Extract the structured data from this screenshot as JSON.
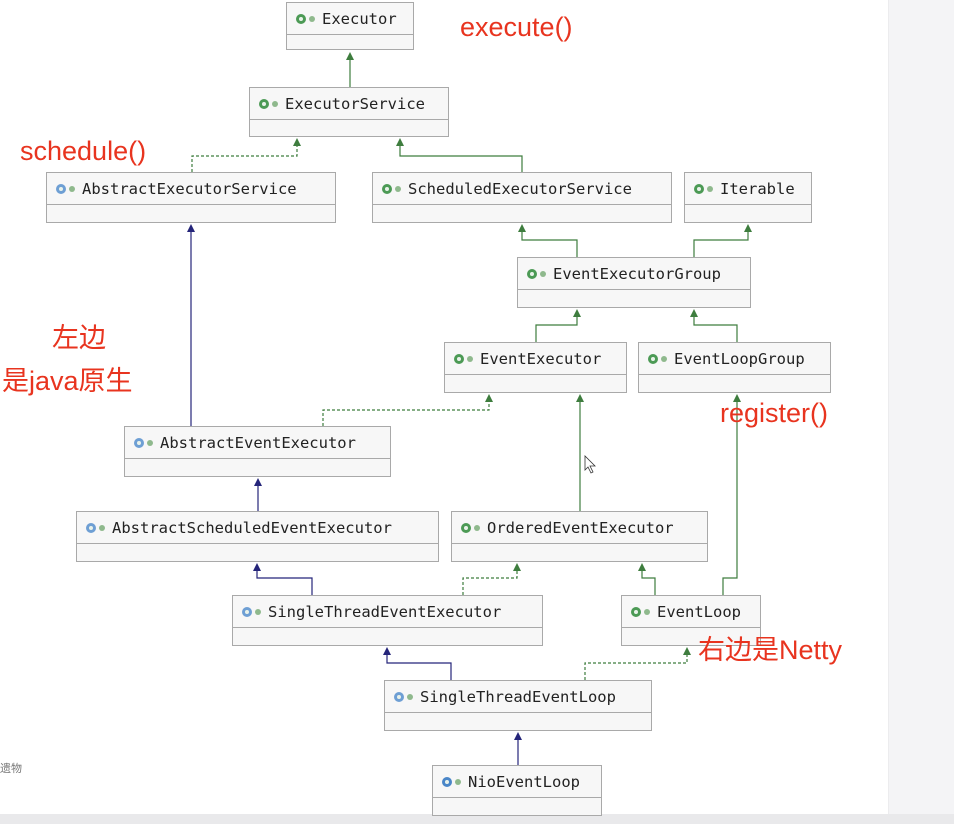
{
  "nodes": {
    "executor": {
      "name": "Executor",
      "kind": "interface"
    },
    "executor_service": {
      "name": "ExecutorService",
      "kind": "interface"
    },
    "abstract_executor_service": {
      "name": "AbstractExecutorService",
      "kind": "abstract-class"
    },
    "scheduled_executor_service": {
      "name": "ScheduledExecutorService",
      "kind": "interface"
    },
    "iterable": {
      "name": "Iterable",
      "kind": "interface"
    },
    "event_executor_group": {
      "name": "EventExecutorGroup",
      "kind": "interface"
    },
    "event_executor": {
      "name": "EventExecutor",
      "kind": "interface"
    },
    "event_loop_group": {
      "name": "EventLoopGroup",
      "kind": "interface"
    },
    "abstract_event_executor": {
      "name": "AbstractEventExecutor",
      "kind": "abstract-class"
    },
    "abstract_scheduled_event_executor": {
      "name": "AbstractScheduledEventExecutor",
      "kind": "abstract-class"
    },
    "ordered_event_executor": {
      "name": "OrderedEventExecutor",
      "kind": "interface"
    },
    "single_thread_event_executor": {
      "name": "SingleThreadEventExecutor",
      "kind": "abstract-class"
    },
    "event_loop": {
      "name": "EventLoop",
      "kind": "interface"
    },
    "single_thread_event_loop": {
      "name": "SingleThreadEventLoop",
      "kind": "abstract-class"
    },
    "nio_event_loop": {
      "name": "NioEventLoop",
      "kind": "class"
    }
  },
  "annotations": {
    "execute": "execute()",
    "schedule": "schedule()",
    "left_line1": "左边",
    "left_line2": "是java原生",
    "register": "register()",
    "right_note": "右边是Netty"
  },
  "edges": [
    {
      "from": "executor_service",
      "to": "executor",
      "type": "extends"
    },
    {
      "from": "abstract_executor_service",
      "to": "executor_service",
      "type": "implements"
    },
    {
      "from": "scheduled_executor_service",
      "to": "executor_service",
      "type": "extends"
    },
    {
      "from": "event_executor_group",
      "to": "scheduled_executor_service",
      "type": "extends"
    },
    {
      "from": "event_executor_group",
      "to": "iterable",
      "type": "extends"
    },
    {
      "from": "event_executor",
      "to": "event_executor_group",
      "type": "extends"
    },
    {
      "from": "event_loop_group",
      "to": "event_executor_group",
      "type": "extends"
    },
    {
      "from": "abstract_event_executor",
      "to": "abstract_executor_service",
      "type": "class-extends"
    },
    {
      "from": "abstract_event_executor",
      "to": "event_executor",
      "type": "implements"
    },
    {
      "from": "abstract_scheduled_event_executor",
      "to": "abstract_event_executor",
      "type": "class-extends"
    },
    {
      "from": "ordered_event_executor",
      "to": "event_executor",
      "type": "extends"
    },
    {
      "from": "single_thread_event_executor",
      "to": "abstract_scheduled_event_executor",
      "type": "class-extends"
    },
    {
      "from": "single_thread_event_executor",
      "to": "ordered_event_executor",
      "type": "implements"
    },
    {
      "from": "event_loop",
      "to": "ordered_event_executor",
      "type": "extends"
    },
    {
      "from": "event_loop",
      "to": "event_loop_group",
      "type": "extends"
    },
    {
      "from": "single_thread_event_loop",
      "to": "single_thread_event_executor",
      "type": "class-extends"
    },
    {
      "from": "single_thread_event_loop",
      "to": "event_loop",
      "type": "implements"
    },
    {
      "from": "nio_event_loop",
      "to": "single_thread_event_loop",
      "type": "class-extends"
    }
  ],
  "colors": {
    "interface_extends": "#3e7d3e",
    "class_extends": "#25257a",
    "implements": "#3e7d3e",
    "annotation": "#e8341f"
  }
}
